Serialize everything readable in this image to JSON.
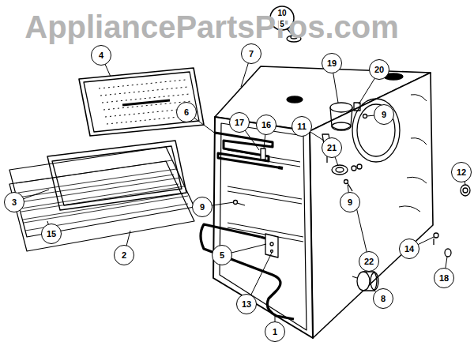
{
  "diagram": {
    "labels": [
      "AppliancePartsPros.com",
      "10",
      "5",
      "4",
      "7",
      "19",
      "20",
      "6",
      "17",
      "16",
      "11",
      "9",
      "21",
      "3",
      "15",
      "2",
      "9",
      "9",
      "14",
      "12",
      "18",
      "5",
      "13",
      "22",
      "8",
      "1"
    ]
  }
}
